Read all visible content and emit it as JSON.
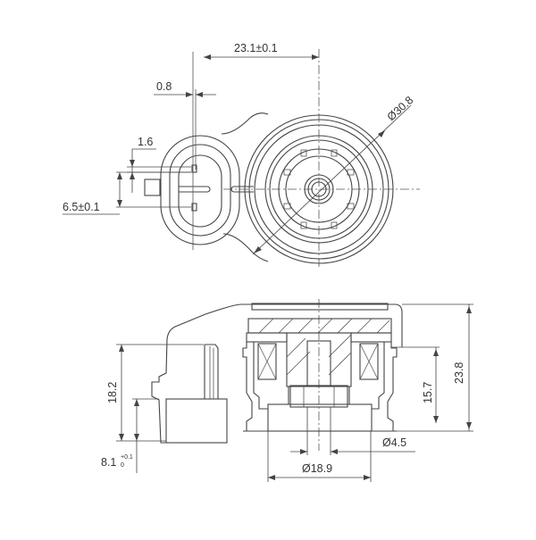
{
  "drawing": {
    "type": "technical-drawing",
    "subject": "solenoid coil with 2-pin connector",
    "views": [
      "top-view",
      "side-section-view"
    ]
  },
  "dimensions": {
    "pin_offset": "23.1±0.1",
    "pin_width": "0.8",
    "pin_thickness": "1.6",
    "pin_spacing": "6.5±0.1",
    "outer_diameter": "Ø30.8",
    "connector_height": "18.2",
    "connector_base": "8.1",
    "connector_base_tol_upper": "+0.1",
    "connector_base_tol_lower": "0",
    "total_height": "23.8",
    "inner_height": "15.7",
    "bore_diameter": "Ø4.5",
    "base_diameter": "Ø18.9"
  },
  "colors": {
    "line": "#444444",
    "background": "#ffffff"
  }
}
